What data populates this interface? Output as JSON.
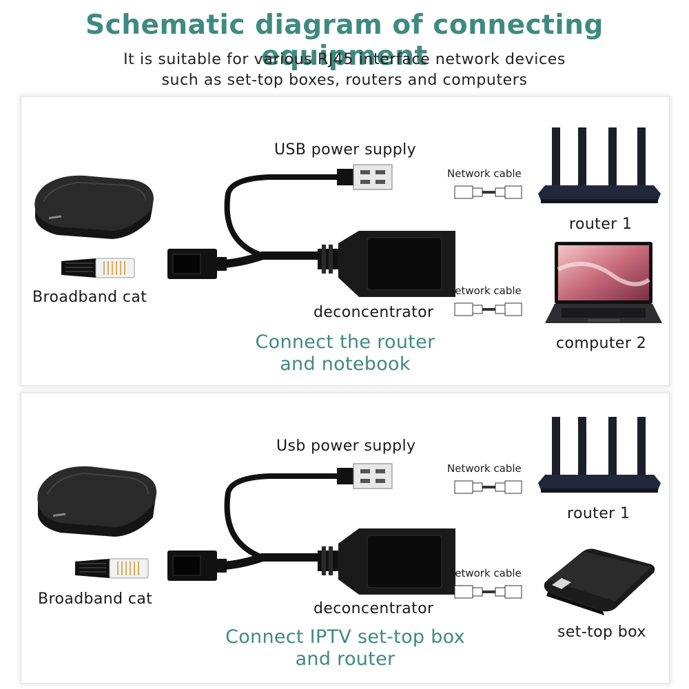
{
  "header": {
    "title": "Schematic diagram of connecting equipment",
    "subtitle_line1": "It is suitable for various RJ45 interface network devices",
    "subtitle_line2": "such as set-top boxes, routers and computers"
  },
  "panel1": {
    "usb_label": "USB power supply",
    "cable_label_top": "Network cable",
    "cable_label_bottom": "Network cable",
    "device_top_label": "router 1",
    "device_bottom_label": "computer 2",
    "source_label": "Broadband cat",
    "splitter_label": "deconcentrator",
    "caption_line1": "Connect the router",
    "caption_line2": "and notebook"
  },
  "panel2": {
    "usb_label": "Usb power supply",
    "cable_label_top": "Network cable",
    "cable_label_bottom": "Network cable",
    "device_top_label": "router 1",
    "device_bottom_label": "set-top box",
    "source_label": "Broadband cat",
    "splitter_label": "deconcentrator",
    "caption_line1": "Connect IPTV set-top box",
    "caption_line2": "and router"
  },
  "colors": {
    "accent": "#3f8a80",
    "device": "#1c1c1c",
    "text": "#1a1a1a"
  }
}
